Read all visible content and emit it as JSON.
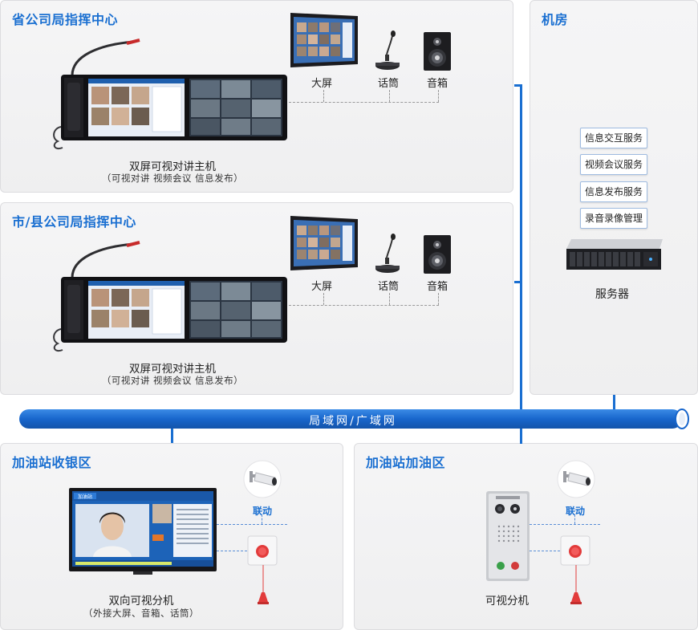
{
  "provincial": {
    "title": "省公司局指挥中心",
    "screen_label": "大屏",
    "mic_label": "话筒",
    "speaker_label": "音箱",
    "device_name": "双屏可视对讲主机",
    "device_features": "（可视对讲  视频会议  信息发布）"
  },
  "city": {
    "title": "市/县公司局指挥中心",
    "screen_label": "大屏",
    "mic_label": "话筒",
    "speaker_label": "音箱",
    "device_name": "双屏可视对讲主机",
    "device_features": "（可视对讲  视频会议  信息发布）"
  },
  "server_room": {
    "title": "机房",
    "services": [
      "信息交互服务",
      "视频会议服务",
      "信息发布服务",
      "录音录像管理"
    ],
    "server_label": "服务器"
  },
  "network": {
    "label": "局域网/广域网"
  },
  "cashier": {
    "title": "加油站收银区",
    "link_label": "联动",
    "device_name": "双向可视分机",
    "device_note": "（外接大屏、音箱、话筒）",
    "screen_brand": "加油站"
  },
  "fueling": {
    "title": "加油站加油区",
    "link_label": "联动",
    "device_name": "可视分机"
  },
  "colors": {
    "accent": "#1a6fd1",
    "panel_bg": "#f2f2f3",
    "alarm": "#e23b3b"
  }
}
